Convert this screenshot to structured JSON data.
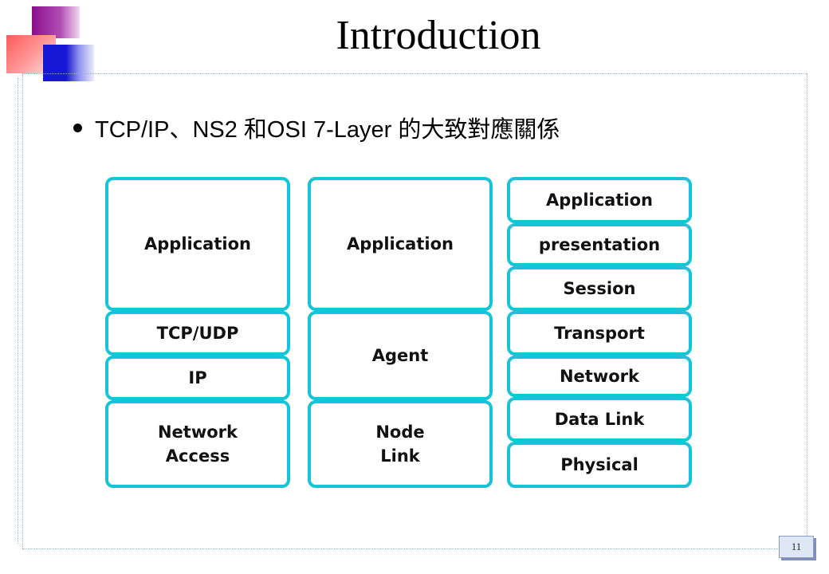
{
  "slide": {
    "title": "Introduction",
    "bullet": "TCP/IP、NS2 和OSI 7-Layer 的大致對應關係",
    "page_number": "11"
  },
  "diagram": {
    "tcpip": [
      "Application",
      "TCP/UDP",
      "IP",
      [
        "Network",
        "Access"
      ]
    ],
    "ns2": [
      "Application",
      "Agent",
      [
        "Node",
        "Link"
      ]
    ],
    "osi": [
      "Application",
      "presentation",
      "Session",
      "Transport",
      "Network",
      "Data Link",
      "Physical"
    ]
  },
  "colors": {
    "box_border": "#14c5d7",
    "deco_purple": "#8a0f8c",
    "deco_red": "#ff5a5a",
    "deco_blue": "#1717d6"
  }
}
